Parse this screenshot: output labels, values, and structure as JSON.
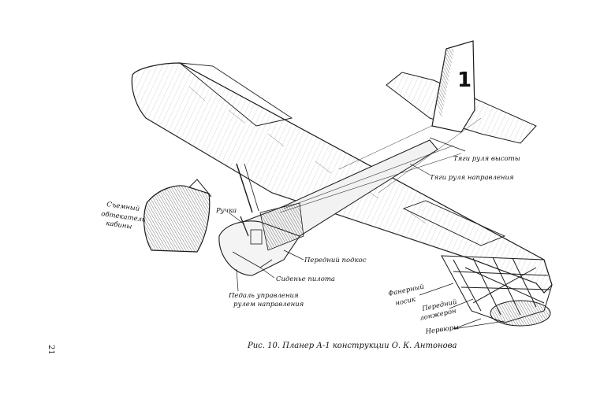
{
  "page_number": "21",
  "tail_number": "1",
  "caption": "Рис. 10. Планер А-1 конструкции О. К. Антонова",
  "labels": {
    "elevator_cables": "Тяги руля высоты",
    "rudder_cables": "Тяги руля направления",
    "fairing_line1": "Съемный",
    "fairing_line2": "обтекатель",
    "fairing_line3": "кабины",
    "stick": "Ручка",
    "front_strut": "Передний подкос",
    "pilot_seat": "Сиденье пилота",
    "pedal_line1": "Педаль управления",
    "pedal_line2": "рулем направления",
    "plywood_nose_line1": "Фанерный",
    "plywood_nose_line2": "носик",
    "front_spar_line1": "Передний",
    "front_spar_line2": "лонжерон",
    "ribs": "Нервюры"
  }
}
